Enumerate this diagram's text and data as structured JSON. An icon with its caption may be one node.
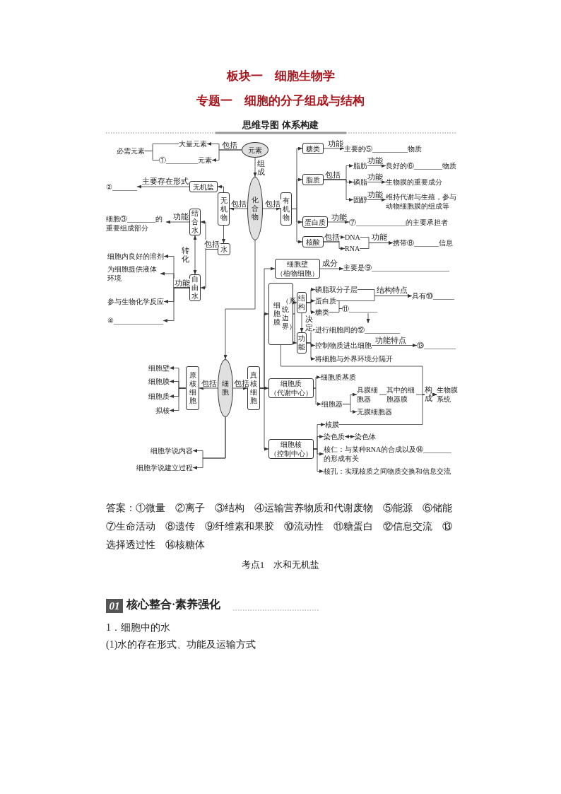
{
  "diagram": {
    "title": "板块一　细胞生物学",
    "nodes": [
      {
        "text": [
          "必需元素"
        ]
      },
      {
        "text": [
          "大量元素"
        ]
      },
      {
        "text": [
          "①_________元素"
        ]
      },
      {
        "text": [
          "元素"
        ]
      },
      {
        "text": [
          "化合物"
        ]
      },
      {
        "text": [
          "无机盐"
        ]
      },
      {
        "text": [
          "②_______"
        ]
      },
      {
        "text": [
          "无机物"
        ]
      },
      {
        "text": [
          "水"
        ]
      },
      {
        "text": [
          "结合水"
        ]
      },
      {
        "text": [
          "自由水"
        ]
      },
      {
        "text": [
          "细胞③________的重要组成部分"
        ]
      },
      {
        "text": [
          "细胞内良好的溶剂"
        ]
      },
      {
        "text": [
          "为细胞提供液体环境"
        ]
      },
      {
        "text": [
          "参与生物化学反应"
        ]
      },
      {
        "text": [
          "④______________"
        ]
      },
      {
        "text": [
          "有机物"
        ]
      },
      {
        "text": [
          "糖类"
        ]
      },
      {
        "text": [
          "主要的⑤__________物质"
        ]
      },
      {
        "text": [
          "脂质"
        ]
      },
      {
        "text": [
          "脂肪"
        ]
      },
      {
        "text": [
          "良好的⑥________物质"
        ]
      },
      {
        "text": [
          "磷脂"
        ]
      },
      {
        "text": [
          "生物膜的重要成分"
        ]
      },
      {
        "text": [
          "固醇"
        ]
      },
      {
        "text": [
          "维持代谢与生殖，参与动物细胞膜的组成等"
        ]
      },
      {
        "text": [
          "蛋白质"
        ]
      },
      {
        "text": [
          "⑦______________的主要承担者"
        ]
      },
      {
        "text": [
          "核酸"
        ]
      },
      {
        "text": [
          "DNA"
        ]
      },
      {
        "text": [
          "RNA"
        ]
      },
      {
        "text": [
          "携带⑧_______信息"
        ]
      },
      {
        "text": [
          "细胞"
        ]
      },
      {
        "text": [
          "原核细胞"
        ]
      },
      {
        "text": [
          "细胞壁"
        ]
      },
      {
        "text": [
          "细胞膜"
        ]
      },
      {
        "text": [
          "细胞质"
        ]
      },
      {
        "text": [
          "拟核"
        ]
      },
      {
        "text": [
          "真核细胞"
        ]
      },
      {
        "text": [
          "细胞学说内容"
        ]
      },
      {
        "text": [
          "细胞学说建立过程"
        ]
      },
      {
        "text": [
          "细胞壁",
          "（植物细胞）"
        ]
      },
      {
        "text": [
          "主要是⑨______________________"
        ]
      },
      {
        "text": [
          "细胞膜",
          "（系统边界）"
        ]
      },
      {
        "text": [
          "结构"
        ]
      },
      {
        "text": [
          "磷脂双分子层"
        ]
      },
      {
        "text": [
          "蛋白质"
        ]
      },
      {
        "text": [
          "糖类"
        ]
      },
      {
        "text": [
          "⑪________"
        ]
      },
      {
        "text": [
          "具有⑩______"
        ]
      },
      {
        "text": [
          "功能"
        ]
      },
      {
        "text": [
          "进行细胞间的⑫__________"
        ]
      },
      {
        "text": [
          "控制物质进出细胞"
        ]
      },
      {
        "text": [
          "⑬_________"
        ]
      },
      {
        "text": [
          "将细胞与外界环境分隔开"
        ]
      },
      {
        "text": [
          "细胞质",
          "（代谢中心）"
        ]
      },
      {
        "text": [
          "细胞质基质"
        ]
      },
      {
        "text": [
          "细胞器"
        ]
      },
      {
        "text": [
          "具膜细胞器"
        ]
      },
      {
        "text": [
          "其中的细胞器膜"
        ]
      },
      {
        "text": [
          "无膜细胞器"
        ]
      },
      {
        "text": [
          "生物膜系统"
        ]
      },
      {
        "text": [
          "细胞核",
          "（控制中心）"
        ]
      },
      {
        "text": [
          "核膜"
        ]
      },
      {
        "text": [
          "染色质"
        ]
      },
      {
        "text": [
          "染色体"
        ]
      },
      {
        "text": [
          "核仁：与某种RNA的合成以及⑭________的形成有关"
        ]
      },
      {
        "text": [
          "核孔：实现核质之间物质交换和信息交流"
        ]
      }
    ],
    "edges": [
      {
        "from": 3,
        "to": 1,
        "arrow": "to",
        "label": "包括"
      },
      {
        "from": 3,
        "to": 2,
        "arrow": "to"
      },
      {
        "from": 0,
        "to": 1,
        "arrow": "none"
      },
      {
        "from": 0,
        "to": 2,
        "arrow": "none"
      },
      {
        "from": 3,
        "to": 4,
        "arrow": "to",
        "label": "组成"
      },
      {
        "from": 5,
        "to": 6,
        "arrow": "to",
        "label": "主要存在形式"
      },
      {
        "from": 4,
        "to": 7,
        "arrow": "to",
        "label": "包括"
      },
      {
        "from": 7,
        "to": 5,
        "arrow": "to"
      },
      {
        "from": 7,
        "to": 8,
        "arrow": "to"
      },
      {
        "from": 8,
        "to": 9,
        "arrow": "to",
        "label": "包括"
      },
      {
        "from": 8,
        "to": 10,
        "arrow": "to"
      },
      {
        "from": 9,
        "to": 10,
        "arrow": "both",
        "label": "转化"
      },
      {
        "from": 9,
        "to": 11,
        "arrow": "to",
        "label": "功能"
      },
      {
        "from": 10,
        "to": 12,
        "arrow": "to"
      },
      {
        "from": 10,
        "to": 13,
        "arrow": "to",
        "label": "功能"
      },
      {
        "from": 10,
        "to": 14,
        "arrow": "to"
      },
      {
        "from": 10,
        "to": 15,
        "arrow": "to"
      },
      {
        "from": 4,
        "to": 16,
        "arrow": "to",
        "label": "包括"
      },
      {
        "from": 16,
        "to": 17,
        "arrow": "to"
      },
      {
        "from": 16,
        "to": 19,
        "arrow": "to"
      },
      {
        "from": 16,
        "to": 26,
        "arrow": "to"
      },
      {
        "from": 16,
        "to": 28,
        "arrow": "to"
      },
      {
        "from": 17,
        "to": 18,
        "arrow": "to",
        "label": "功能"
      },
      {
        "from": 19,
        "to": 20,
        "arrow": "to",
        "label": "包括"
      },
      {
        "from": 19,
        "to": 22,
        "arrow": "to"
      },
      {
        "from": 19,
        "to": 24,
        "arrow": "to"
      },
      {
        "from": 20,
        "to": 21,
        "arrow": "to",
        "label": "功能"
      },
      {
        "from": 22,
        "to": 23,
        "arrow": "to",
        "label": "功能"
      },
      {
        "from": 24,
        "to": 25,
        "arrow": "to",
        "label": "功能"
      },
      {
        "from": 26,
        "to": 27,
        "arrow": "to",
        "label": "功能"
      },
      {
        "from": 28,
        "to": 29,
        "arrow": "to",
        "label": "包括"
      },
      {
        "from": 28,
        "to": 30,
        "arrow": "to"
      },
      {
        "from": 29,
        "to": 31,
        "arrow": "to",
        "label": "功能"
      },
      {
        "from": 30,
        "to": 31,
        "arrow": "to"
      },
      {
        "from": 4,
        "to": 32,
        "arrow": "to"
      },
      {
        "from": 32,
        "to": 33,
        "arrow": "to",
        "label": "包括"
      },
      {
        "from": 33,
        "to": 34,
        "arrow": "to"
      },
      {
        "from": 33,
        "to": 35,
        "arrow": "to"
      },
      {
        "from": 33,
        "to": 36,
        "arrow": "to"
      },
      {
        "from": 33,
        "to": 37,
        "arrow": "to"
      },
      {
        "from": 32,
        "to": 38,
        "arrow": "to",
        "label": "包括"
      },
      {
        "from": 32,
        "to": 39,
        "arrow": "to"
      },
      {
        "from": 32,
        "to": 40,
        "arrow": "to"
      },
      {
        "from": 38,
        "to": 41,
        "arrow": "to"
      },
      {
        "from": 38,
        "to": 43,
        "arrow": "to"
      },
      {
        "from": 38,
        "to": 55,
        "arrow": "to"
      },
      {
        "from": 38,
        "to": 62,
        "arrow": "to"
      },
      {
        "from": 41,
        "to": 42,
        "arrow": "to",
        "label": "成分"
      },
      {
        "from": 43,
        "to": 44,
        "arrow": "to"
      },
      {
        "from": 43,
        "to": 50,
        "arrow": "to"
      },
      {
        "from": 44,
        "to": 50,
        "arrow": "to",
        "label": "决定"
      },
      {
        "from": 44,
        "to": 45,
        "arrow": "to"
      },
      {
        "from": 44,
        "to": 46,
        "arrow": "to"
      },
      {
        "from": 44,
        "to": 47,
        "arrow": "to"
      },
      {
        "from": 46,
        "to": 48,
        "arrow": "none"
      },
      {
        "from": 47,
        "to": 48,
        "arrow": "none"
      },
      {
        "from": 48,
        "to": null,
        "arrow": "to"
      },
      {
        "from": 45,
        "to": 49,
        "arrow": "to",
        "label": "结构特点"
      },
      {
        "from": 46,
        "to": 49,
        "arrow": "to"
      },
      {
        "from": 50,
        "to": 51,
        "arrow": "to"
      },
      {
        "from": 50,
        "to": 52,
        "arrow": "to"
      },
      {
        "from": 50,
        "to": 54,
        "arrow": "to"
      },
      {
        "from": 52,
        "to": 53,
        "arrow": "to",
        "label": "功能特点"
      },
      {
        "from": 55,
        "to": 56,
        "arrow": "to"
      },
      {
        "from": 55,
        "to": 57,
        "arrow": "to"
      },
      {
        "from": 57,
        "to": 58,
        "arrow": "to"
      },
      {
        "from": 57,
        "to": 60,
        "arrow": "to"
      },
      {
        "from": 58,
        "to": 59,
        "arrow": "none"
      },
      {
        "from": 43,
        "to": 61,
        "arrow": "to"
      },
      {
        "from": 59,
        "to": 61,
        "arrow": "to",
        "label": "构成"
      },
      {
        "from": 63,
        "to": 61,
        "arrow": "to"
      },
      {
        "from": 62,
        "to": 63,
        "arrow": "to"
      },
      {
        "from": 62,
        "to": 64,
        "arrow": "to"
      },
      {
        "from": 62,
        "to": 66,
        "arrow": "to"
      },
      {
        "from": 62,
        "to": 67,
        "arrow": "to"
      },
      {
        "from": 64,
        "to": 65,
        "arrow": "both"
      }
    ],
    "labels": [
      "专题一　细胞的分子组成与结构",
      "思维导图 体系构建",
      "答案：①微量　②离子　③结构　④运输营养物质和代谢废物　⑤能源　⑥储能　⑦生命活动　⑧遗传　⑨纤维素和果胶　⑩流动性　⑪糖蛋白　⑫信息交流　⑬选择透过性　⑭核糖体",
      "考点1　水和无机盐",
      "01",
      "核心整合·素养强化",
      "1．细胞中的水",
      "(1)水的存在形式、功能及运输方式"
    ]
  }
}
